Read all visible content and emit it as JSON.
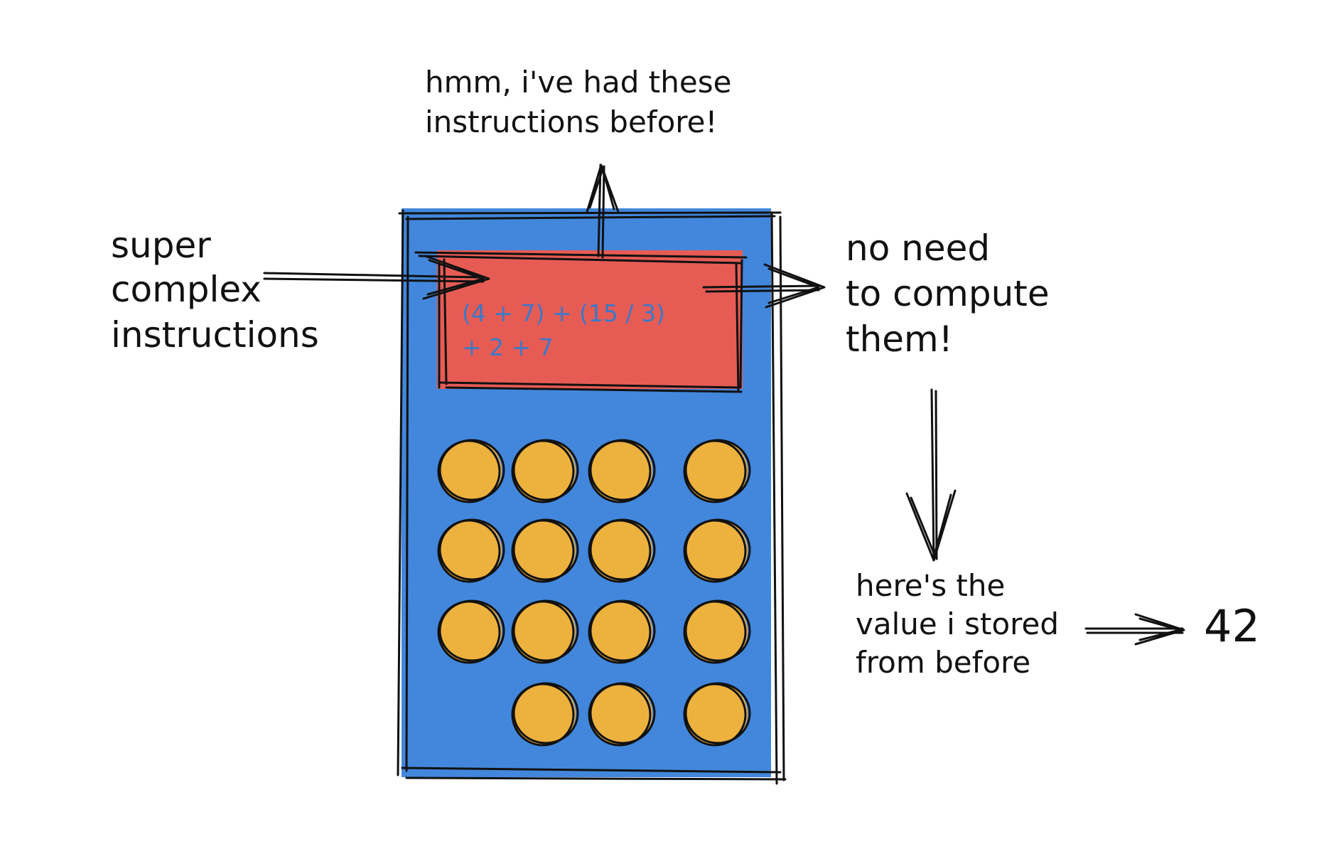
{
  "labels": {
    "top_line1": "hmm, i've had these",
    "top_line2": "instructions before!",
    "left_line1": "super",
    "left_line2": "complex",
    "left_line3": "instructions",
    "right_line1": "no need",
    "right_line2": "to compute",
    "right_line3": "them!",
    "bottom_line1": "here's the",
    "bottom_line2": "value i stored",
    "bottom_line3": "from before",
    "result": "42"
  },
  "screen": {
    "line1": "(4 + 7) + (15 / 3)",
    "line2": "+ 2 + 7"
  },
  "colors": {
    "calculator_body": "#4287dc",
    "screen": "#e65c55",
    "screen_text": "#3c78c8",
    "button": "#edb13e",
    "ink": "#111111"
  },
  "keypad_rows": [
    {
      "buttons": 4
    },
    {
      "buttons": 4
    },
    {
      "buttons": 4
    },
    {
      "buttons": 3
    }
  ]
}
